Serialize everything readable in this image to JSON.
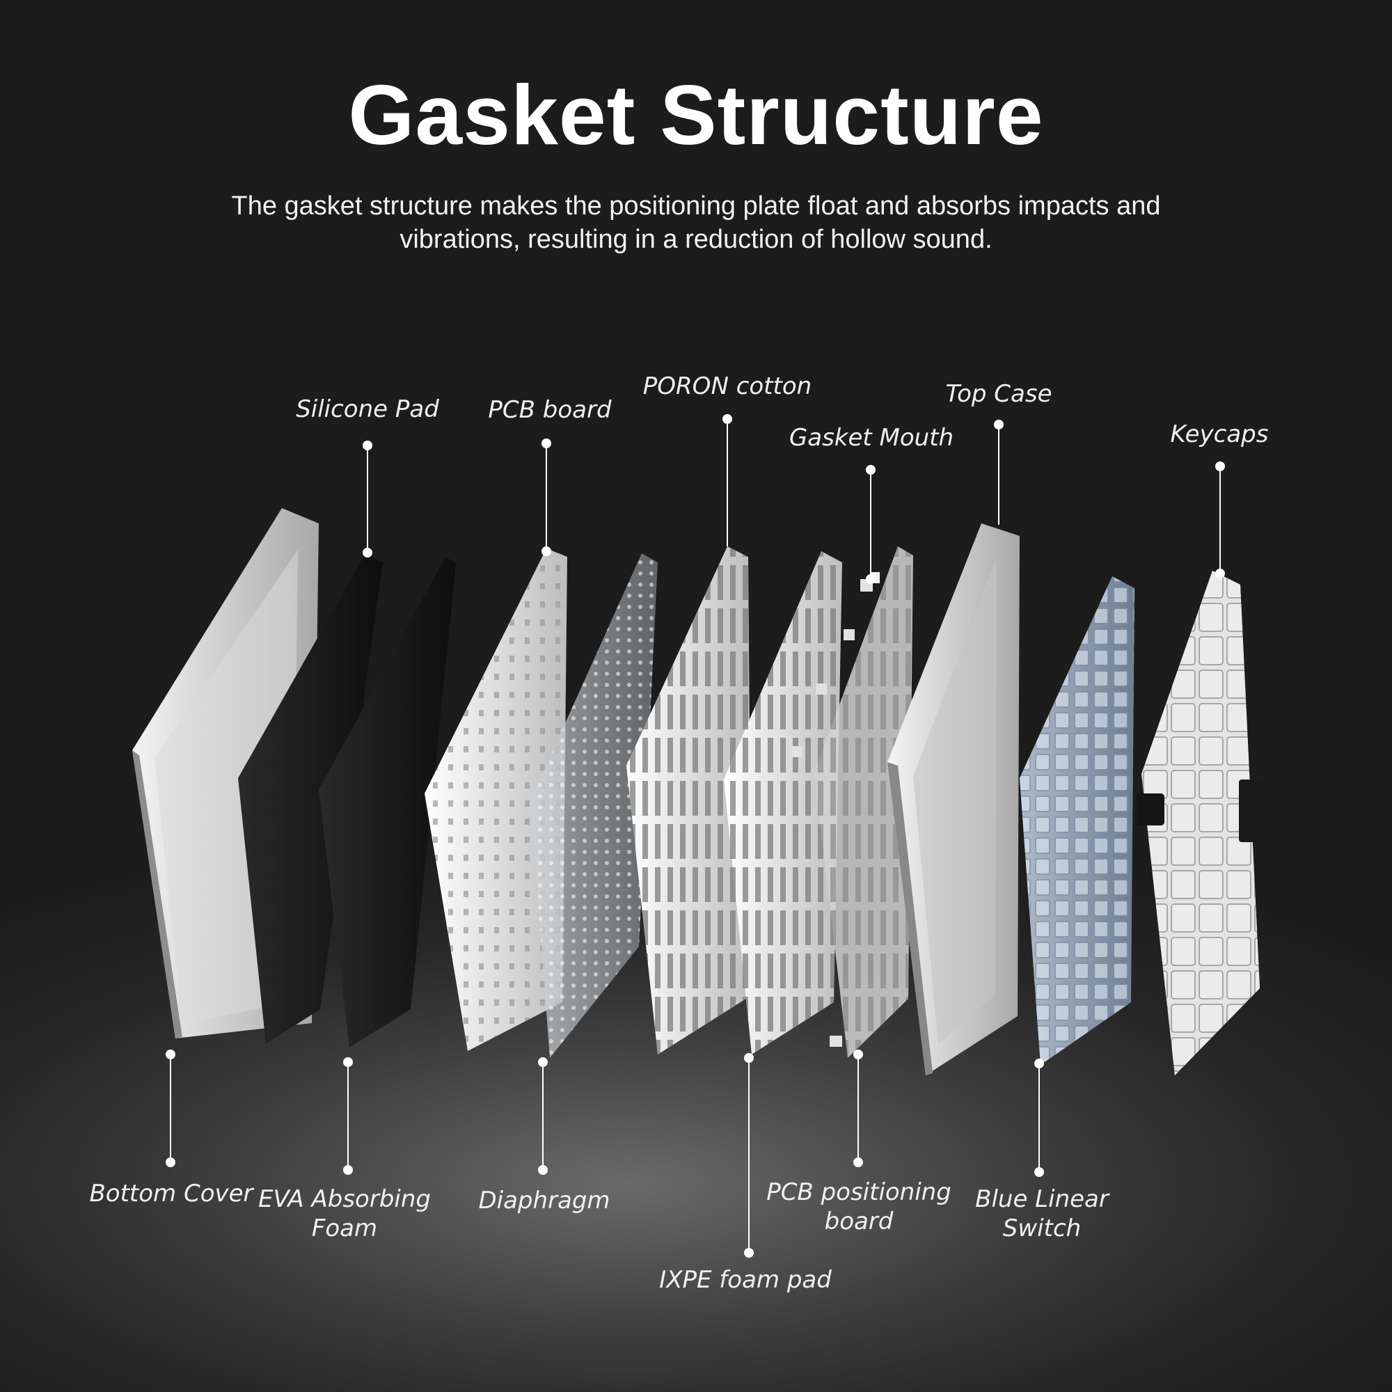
{
  "header": {
    "title": "Gasket Structure",
    "subtitle": "The gasket structure makes the positioning plate float and absorbs impacts and vibrations, resulting in a reduction of hollow sound."
  },
  "labels_top": {
    "silicone_pad": "Silicone Pad",
    "pcb_board": "PCB board",
    "poron_cotton": "PORON cotton",
    "gasket_mouth": "Gasket Mouth",
    "top_case": "Top Case",
    "keycaps": "Keycaps"
  },
  "labels_bottom": {
    "bottom_cover": "Bottom Cover",
    "eva_absorbing_foam": "EVA Absorbing Foam",
    "diaphragm": "Diaphragm",
    "ixpe_foam_pad": "IXPE foam pad",
    "pcb_positioning_board": "PCB positioning board",
    "blue_linear_switch": "Blue Linear Switch"
  },
  "colors": {
    "background": "#1c1c1c",
    "text": "#ffffff",
    "leader_line": "#ffffff",
    "white_part": "#e8e8e8",
    "black_part": "#141414"
  }
}
